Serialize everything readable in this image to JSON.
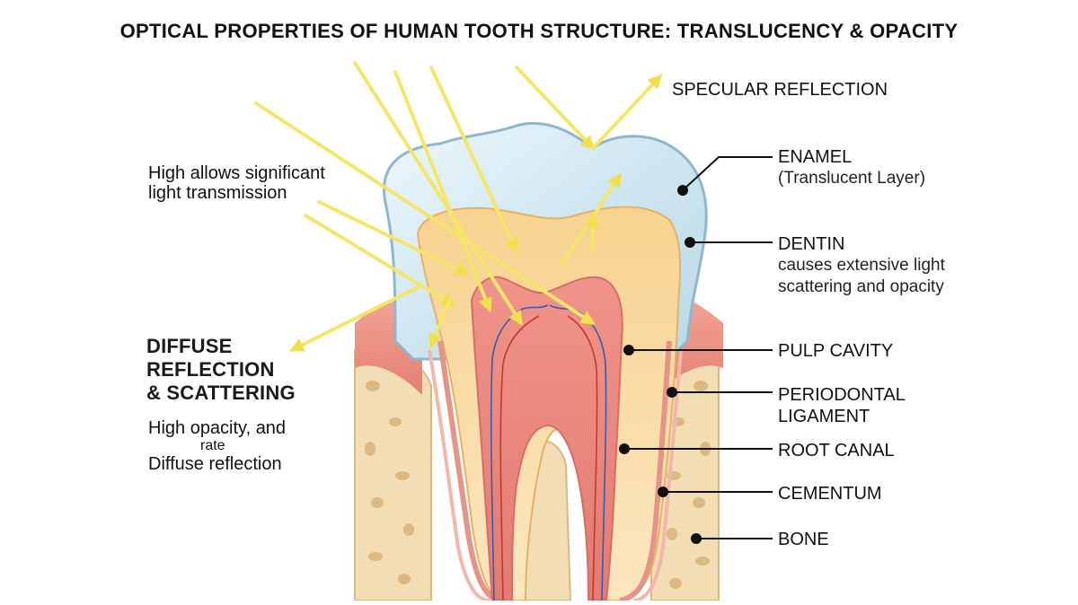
{
  "title": "OPTICAL PROPERTIES OF HUMAN TOOTH STRUCTURE: TRANSLUCENCY & OPACITY",
  "labels": {
    "specular": "SPECULAR REFLECTION",
    "enamel": "ENAMEL",
    "enamel_sub": "(Translucent Layer)",
    "dentin": "DENTIN",
    "dentin_sub_1": "causes extensive light",
    "dentin_sub_2": "scattering and opacity",
    "pulp": "PULP CAVITY",
    "pdl_1": "PERIODONTAL",
    "pdl_2": "LIGAMENT",
    "root_canal": "ROOT CANAL",
    "cementum": "CEMENTUM",
    "bone": "BONE",
    "transmission_1": "High allows significant",
    "transmission_2": "light transmission",
    "diffuse_1": "DIFFUSE",
    "diffuse_2": "REFLECTION",
    "diffuse_3": "& SCATTERING",
    "opacity_1": "High opacity, and",
    "opacity_2": "rate",
    "opacity_3": "Diffuse reflection"
  },
  "colors": {
    "light_ray": "#f3e66a",
    "enamel": "#d6ebf4",
    "dentin": "#f6d9a0",
    "pulp": "#e98a84",
    "gum": "#ec9a8e",
    "bone": "#f3ddb4",
    "leader": "#111111"
  }
}
